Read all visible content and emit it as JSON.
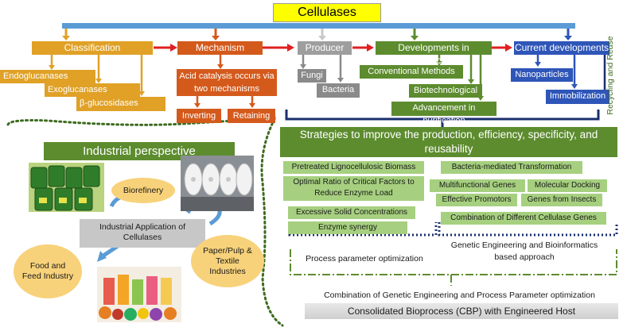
{
  "title": "Cellulases",
  "classification": {
    "label": "Classification",
    "items": [
      "Endoglucanases",
      "Exoglucanases",
      "β-glucosidases"
    ]
  },
  "mechanism": {
    "label": "Mechanism",
    "description": "Acid catalysis occurs via two mechanisms",
    "items": [
      "Inverting",
      "Retaining"
    ]
  },
  "producer": {
    "label": "Producer",
    "items": [
      "Fungi",
      "Bacteria"
    ]
  },
  "developments": {
    "label": "Developments in Production",
    "items": [
      "Conventional Methods",
      "Biotechnological",
      "Advancement in purification"
    ]
  },
  "current": {
    "label": "Current developments",
    "items": [
      "Nanoparticles",
      "Immobilization"
    ],
    "side_label": "Recycling and Reuse"
  },
  "industrial": {
    "heading": "Industrial perspective",
    "center": "Industrial Application of Cellulases",
    "biorefinery": "Biorefinery",
    "food": "Food and Feed Industry",
    "paper": "Paper/Pulp & Textile Industries"
  },
  "strategies": {
    "heading": "Strategies to improve the production, efficiency, specificity, and reusability",
    "process_items": [
      "Pretreated Lignocellulosic Biomass",
      "Optimal Ratio of Critical Factors to Reduce Enzyme Load",
      "Excessive Solid Concentrations",
      "Enzyme synergy"
    ],
    "genetic_items": [
      "Bacteria-mediated Transformation",
      "Multifunctional Genes",
      "Molecular Docking",
      "Effective Promotors",
      "Genes from Insects",
      "Combination of Different Cellulase Genes"
    ],
    "process_label": "Process parameter optimization",
    "genetic_label": "Genetic Engineering and Bioinformatics based approach",
    "combination": "Combination of Genetic Engineering and Process Parameter optimization",
    "cbp": "Consolidated Bioprocess (CBP) with Engineered Host"
  },
  "colors": {
    "title_bg": "#ffff00",
    "classification": "#e0a126",
    "mechanism": "#d45a1c",
    "producer": "#9e9e9e",
    "developments": "#5d8c2f",
    "current": "#2e55b8",
    "strategy_item": "#a6d07f",
    "oval": "#f8d27a",
    "top_bar": "#5b9bd5"
  },
  "icons": [
    "arrow-icon",
    "cycle-arrow-icon",
    "barrels-image",
    "paper-rolls-image",
    "juice-image"
  ]
}
